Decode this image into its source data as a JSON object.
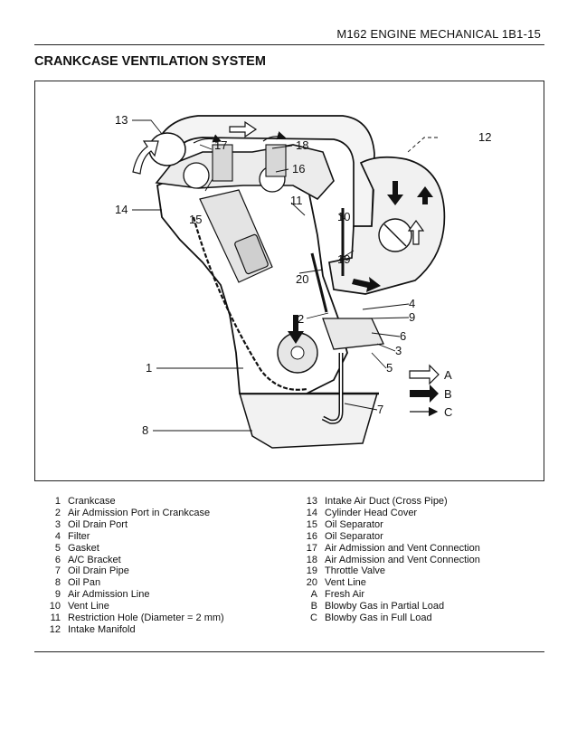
{
  "header": {
    "text": "M162 ENGINE MECHANICAL  1B1-15"
  },
  "section": {
    "title": "CRANKCASE VENTILATION SYSTEM"
  },
  "callouts": {
    "n1": "1",
    "n2": "2",
    "n3": "3",
    "n4": "4",
    "n5": "5",
    "n6": "6",
    "n7": "7",
    "n8": "8",
    "n9": "9",
    "n10": "10",
    "n11": "11",
    "n12": "12",
    "n13": "13",
    "n14": "14",
    "n15": "15",
    "n16": "16",
    "n17": "17",
    "n18": "18",
    "n19": "19",
    "n20": "20"
  },
  "flow_key": [
    {
      "letter": "A"
    },
    {
      "letter": "B"
    },
    {
      "letter": "C"
    }
  ],
  "legend_left": [
    {
      "num": "1",
      "label": "Crankcase"
    },
    {
      "num": "2",
      "label": "Air Admission Port in Crankcase"
    },
    {
      "num": "3",
      "label": "Oil Drain Port"
    },
    {
      "num": "4",
      "label": "Filter"
    },
    {
      "num": "5",
      "label": "Gasket"
    },
    {
      "num": "6",
      "label": "A/C Bracket"
    },
    {
      "num": "7",
      "label": "Oil Drain Pipe"
    },
    {
      "num": "8",
      "label": "Oil Pan"
    },
    {
      "num": "9",
      "label": "Air Admission Line"
    },
    {
      "num": "10",
      "label": "Vent Line"
    },
    {
      "num": "11",
      "label": "Restriction Hole (Diameter = 2 mm)"
    },
    {
      "num": "12",
      "label": "Intake Manifold"
    }
  ],
  "legend_right": [
    {
      "num": "13",
      "label": "Intake Air Duct (Cross Pipe)"
    },
    {
      "num": "14",
      "label": "Cylinder Head Cover"
    },
    {
      "num": "15",
      "label": "Oil Separator"
    },
    {
      "num": "16",
      "label": "Oil Separator"
    },
    {
      "num": "17",
      "label": "Air Admission and Vent Connection"
    },
    {
      "num": "18",
      "label": "Air Admission and Vent Connection"
    },
    {
      "num": "19",
      "label": "Throttle Valve"
    },
    {
      "num": "20",
      "label": "Vent Line"
    },
    {
      "num": "A",
      "label": "Fresh Air"
    },
    {
      "num": "B",
      "label": "Blowby Gas in Partial Load"
    },
    {
      "num": "C",
      "label": "Blowby Gas in Full Load"
    }
  ]
}
